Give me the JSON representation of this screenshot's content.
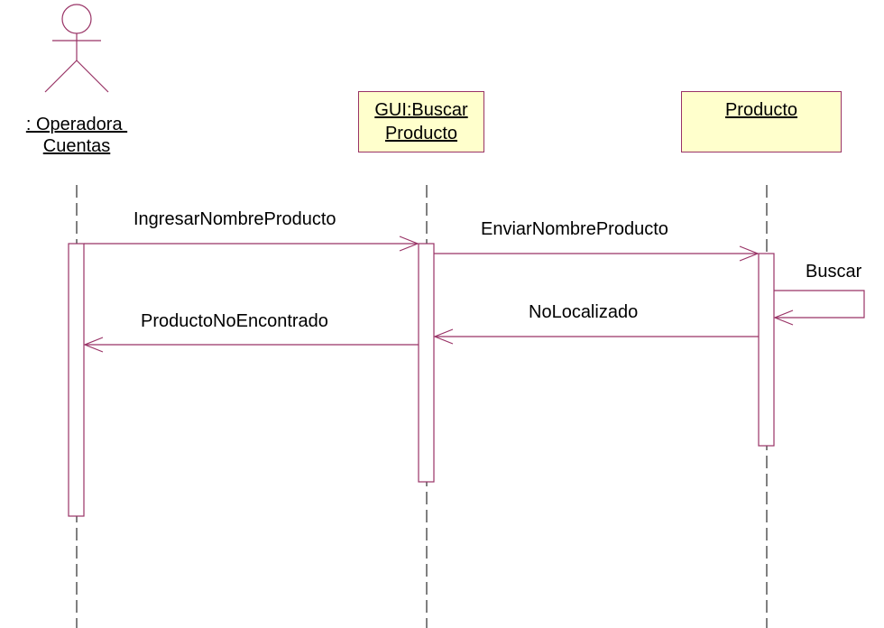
{
  "colors": {
    "line": "#993366",
    "box_fill": "#ffffcc",
    "lifeline": "#000000"
  },
  "participants": {
    "actor": {
      "line1": ": Operadora ",
      "line2": "Cuentas",
      "icon": "stick-figure-actor-icon"
    },
    "gui": {
      "line1": "GUI:Buscar",
      "line2": "Producto"
    },
    "producto": {
      "line1": "Producto"
    }
  },
  "messages": {
    "m1": "IngresarNombreProducto",
    "m2": "EnviarNombreProducto",
    "m3": "Buscar",
    "m4": "NoLocalizado",
    "m5": "ProductoNoEncontrado"
  }
}
